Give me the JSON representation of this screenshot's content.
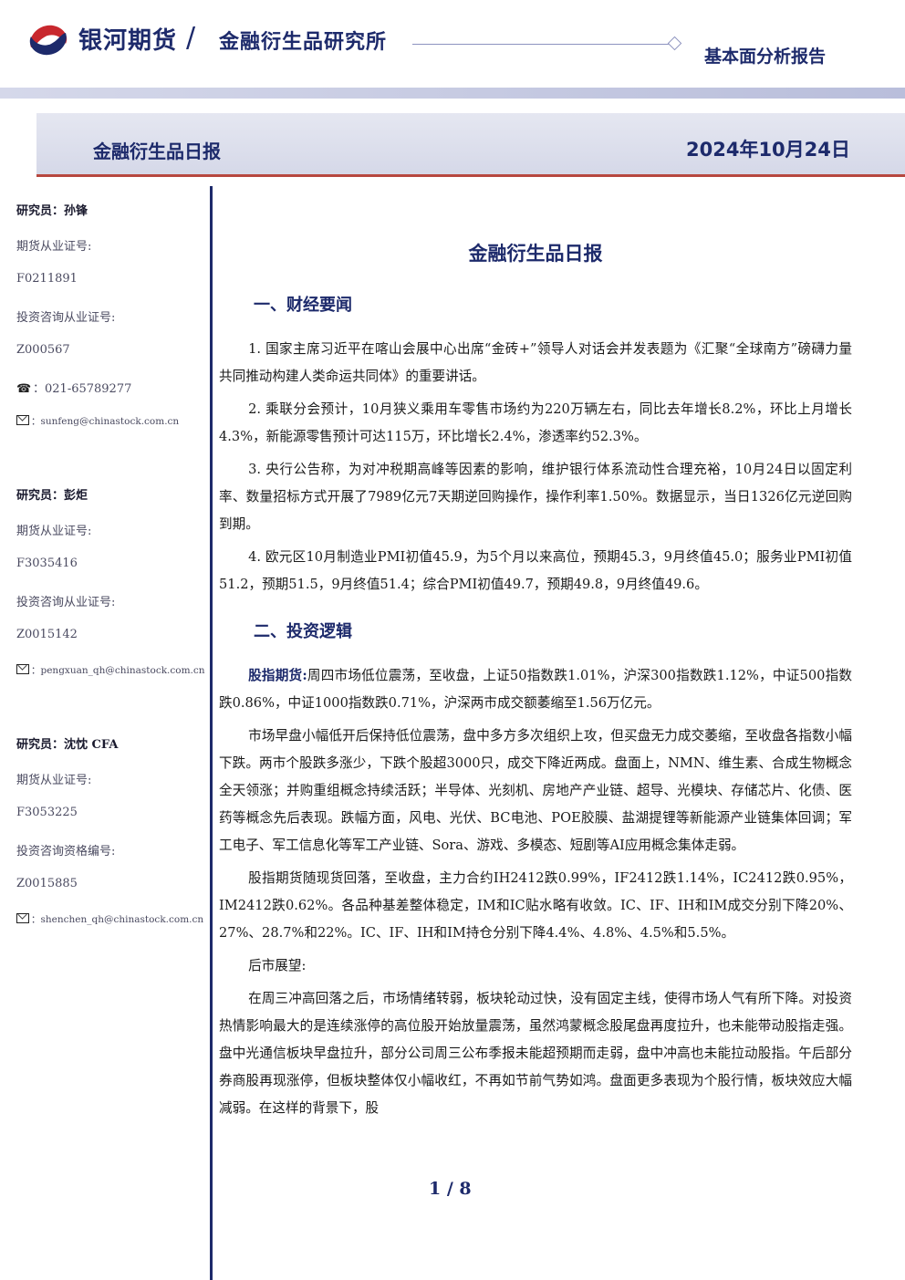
{
  "header": {
    "company": "银河期货",
    "divider": "/",
    "institute": "金融衍生品研究所",
    "report_type": "基本面分析报告"
  },
  "banner": {
    "title": "金融衍生品日报",
    "date": "2024年10月24日"
  },
  "sidebar": {
    "researchers": [
      {
        "name": "研究员：孙锋",
        "futures_cert_label": "期货从业证号:",
        "futures_cert": "F0211891",
        "invest_cert_label": "投资咨询从业证号:",
        "invest_cert": "Z000567",
        "phone": "：021-65789277",
        "email": "：sunfeng@chinastock.com.cn"
      },
      {
        "name": "研究员：彭炬",
        "futures_cert_label": "期货从业证号:",
        "futures_cert": "F3035416",
        "invest_cert_label": "投资咨询从业证号:",
        "invest_cert": "Z0015142",
        "email": "：pengxuan_qh@chinastock.com.cn"
      },
      {
        "name": "研究员：沈忱 CFA",
        "futures_cert_label": "期货从业证号:",
        "futures_cert": "F3053225",
        "invest_cert_label": "投资咨询资格编号:",
        "invest_cert": "Z0015885",
        "email": "：shenchen_qh@chinastock.com.cn"
      }
    ]
  },
  "main": {
    "title": "金融衍生品日报",
    "section1": {
      "heading": "一、财经要闻",
      "items": [
        "1. 国家主席习近平在喀山会展中心出席“金砖+”领导人对话会并发表题为《汇聚“全球南方”磅礴力量 共同推动构建人类命运共同体》的重要讲话。",
        "2. 乘联分会预计，10月狭义乘用车零售市场约为220万辆左右，同比去年增长8.2%，环比上月增长4.3%，新能源零售预计可达115万，环比增长2.4%，渗透率约52.3%。",
        "3. 央行公告称，为对冲税期高峰等因素的影响，维护银行体系流动性合理充裕，10月24日以固定利率、数量招标方式开展了7989亿元7天期逆回购操作，操作利率1.50%。数据显示，当日1326亿元逆回购到期。",
        "4. 欧元区10月制造业PMI初值45.9，为5个月以来高位，预期45.3，9月终值45.0；服务业PMI初值51.2，预期51.5，9月终值51.4；综合PMI初值49.7，预期49.8，9月终值49.6。"
      ]
    },
    "section2": {
      "heading": "二、投资逻辑",
      "lead_label": "股指期货:",
      "lead_text": "周四市场低位震荡，至收盘，上证50指数跌1.01%，沪深300指数跌1.12%，中证500指数跌0.86%，中证1000指数跌0.71%，沪深两市成交额萎缩至1.56万亿元。",
      "para2": "市场早盘小幅低开后保持低位震荡，盘中多方多次组织上攻，但买盘无力成交萎缩，至收盘各指数小幅下跌。两市个股跌多涨少，下跌个股超3000只，成交下降近两成。盘面上，NMN、维生素、合成生物概念全天领涨；并购重组概念持续活跃；半导体、光刻机、房地产产业链、超导、光模块、存储芯片、化债、医药等概念先后表现。跌幅方面，风电、光伏、BC电池、POE胶膜、盐湖提锂等新能源产业链集体回调；军工电子、军工信息化等军工产业链、Sora、游戏、多模态、短剧等AI应用概念集体走弱。",
      "para3": "股指期货随现货回落，至收盘，主力合约IH2412跌0.99%，IF2412跌1.14%，IC2412跌0.95%，IM2412跌0.62%。各品种基差整体稳定，IM和IC贴水略有收敛。IC、IF、IH和IM成交分别下降20%、27%、28.7%和22%。IC、IF、IH和IM持仓分别下降4.4%、4.8%、4.5%和5.5%。",
      "outlook_label": "后市展望:",
      "para4": "在周三冲高回落之后，市场情绪转弱，板块轮动过快，没有固定主线，使得市场人气有所下降。对投资热情影响最大的是连续涨停的高位股开始放量震荡，虽然鸿蒙概念股尾盘再度拉升，也未能带动股指走强。盘中光通信板块早盘拉升，部分公司周三公布季报未能超预期而走弱，盘中冲高也未能拉动股指。午后部分券商股再现涨停，但板块整体仅小幅收红，不再如节前气势如鸿。盘面更多表现为个股行情，板块效应大幅减弱。在这样的背景下，股"
    }
  },
  "footer": {
    "page": "1 / 8"
  },
  "colors": {
    "brand_navy": "#1d2a6b",
    "brand_red": "#b7473f"
  }
}
